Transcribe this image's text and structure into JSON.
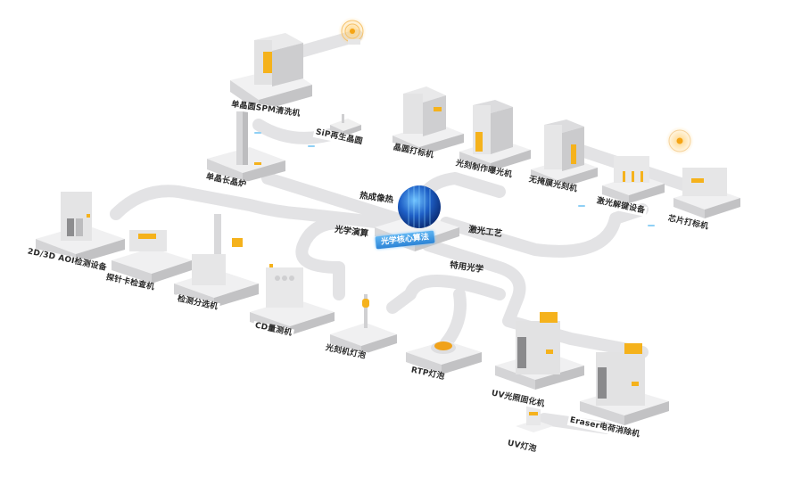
{
  "diagram": {
    "core": {
      "label": "光学核心算法",
      "icon": "data-globe-icon",
      "accent": "#2f7fd8"
    },
    "categories": [
      {
        "label": "热成像热",
        "id": "thermal"
      },
      {
        "label": "激光工艺",
        "id": "laser-process"
      },
      {
        "label": "光学演算",
        "id": "optical-calc"
      },
      {
        "label": "特用光学",
        "id": "special-optics"
      }
    ],
    "equipment": [
      {
        "label": "单晶圆SPM清洗机"
      },
      {
        "label": "SiP再生晶圆"
      },
      {
        "label": "单晶长晶炉"
      },
      {
        "label": "晶圆打标机"
      },
      {
        "label": "光刻制作曝光机"
      },
      {
        "label": "无掩膜光刻机"
      },
      {
        "label": "激光解键设备"
      },
      {
        "label": "芯片打标机"
      },
      {
        "label": "2D/3D AOI检测设备"
      },
      {
        "label": "探针卡检查机"
      },
      {
        "label": "检测分选机"
      },
      {
        "label": "CD量测机"
      },
      {
        "label": "光刻机灯泡"
      },
      {
        "label": "RTP灯泡"
      },
      {
        "label": "UV光照固化机"
      },
      {
        "label": "Eraser电荷消除机"
      },
      {
        "label": "UV灯泡"
      }
    ],
    "colors": {
      "machine_body": "#e9e9ea",
      "machine_shade": "#cfcfd1",
      "accent_orange": "#f5b21c",
      "path": "#e4e4e6",
      "flow_blue": "#8fd0f5"
    }
  }
}
